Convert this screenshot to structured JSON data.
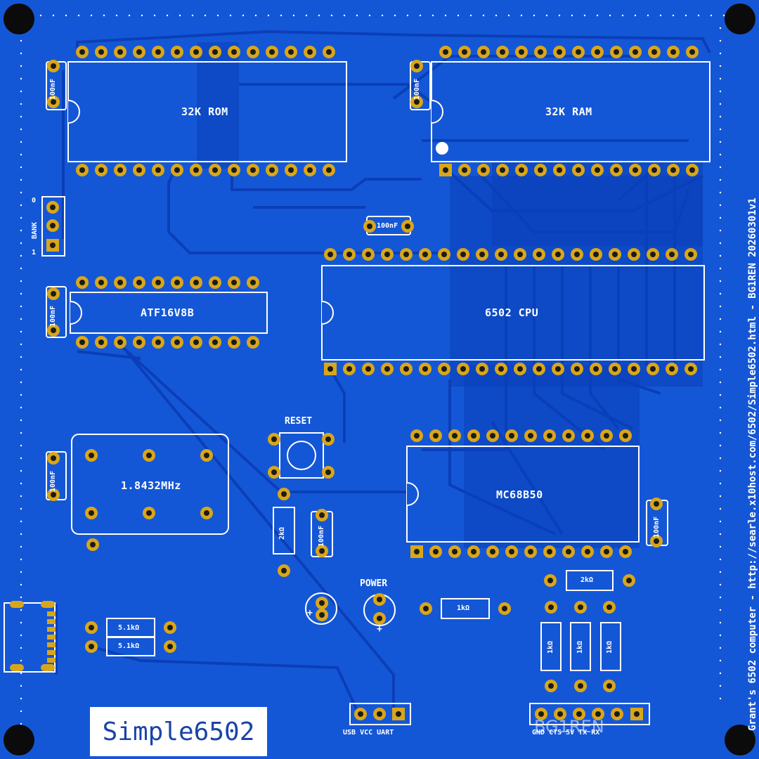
{
  "colors": {
    "board": "#1457d6",
    "trace": "#0a3fb8",
    "silk": "#ffffff",
    "pad": "#d9a61a",
    "hole": "#1b1b1b"
  },
  "chips": {
    "rom": "32K ROM",
    "ram": "32K RAM",
    "cpu": "6502 CPU",
    "gal": "ATF16V8B",
    "acia": "MC68B50",
    "osc": "1.8432MHz"
  },
  "caps": {
    "c_rom": "100nF",
    "c_ram": "100nF",
    "c_gal": "100nF",
    "c_osc": "100nF",
    "c_mid": "100nF",
    "c_reset": "100nF",
    "c_acia": "100nF"
  },
  "resistors": {
    "r_reset": "2kΩ",
    "r_power": "1kΩ",
    "r_top": "2kΩ",
    "r_a": "1kΩ",
    "r_b": "1kΩ",
    "r_c": "1kΩ",
    "r_usb1": "5.1kΩ",
    "r_usb2": "5.1kΩ"
  },
  "labels": {
    "reset": "RESET",
    "power": "POWER",
    "bank": "BANK",
    "bank0": "0",
    "bank1": "1",
    "uart_pins": "USB VCC UART",
    "serial_pins": "GND CTS 5V TX RX",
    "plus1": "+",
    "plus2": "+"
  },
  "brand": "Simple6502",
  "side_text": "Grant's 6502 computer - http://searle.x10host.com/6502/Simple6502.html - BG1REN 20260301v1",
  "watermark": "BG1REN"
}
